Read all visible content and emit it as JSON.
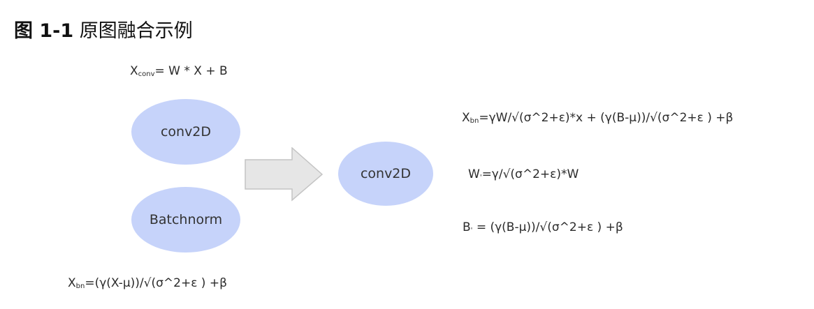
{
  "title": {
    "number": "图 1-1",
    "text": "原图融合示例"
  },
  "left": {
    "conv_formula": {
      "var": "X",
      "sub": "conv",
      "expr": "= W * X + B"
    },
    "conv_node": "conv2D",
    "bn_node": "Batchnorm",
    "bn_formula": {
      "var": "X",
      "sub": "bn",
      "expr": "=(γ(X-μ))/√(σ^2+ε ) +β"
    }
  },
  "right": {
    "fused_node": "conv2D",
    "formula_xbn": {
      "var": "X",
      "sub": "bn",
      "expr": "=γW/√(σ^2+ε)*x + (γ(B-μ))/√(σ^2+ε ) +β"
    },
    "formula_w": {
      "var": "W",
      "sub": "'",
      "expr": "=γ/√(σ^2+ε)*W"
    },
    "formula_b": {
      "var": "B",
      "sub": "'",
      "expr": " = (γ(B-μ))/√(σ^2+ε ) +β"
    }
  },
  "colors": {
    "node_fill": "#c6d3fa",
    "arrow_fill": "#e6e6e6",
    "arrow_stroke": "#c4c4c4"
  },
  "icons": {
    "arrow": "right-arrow-icon"
  }
}
